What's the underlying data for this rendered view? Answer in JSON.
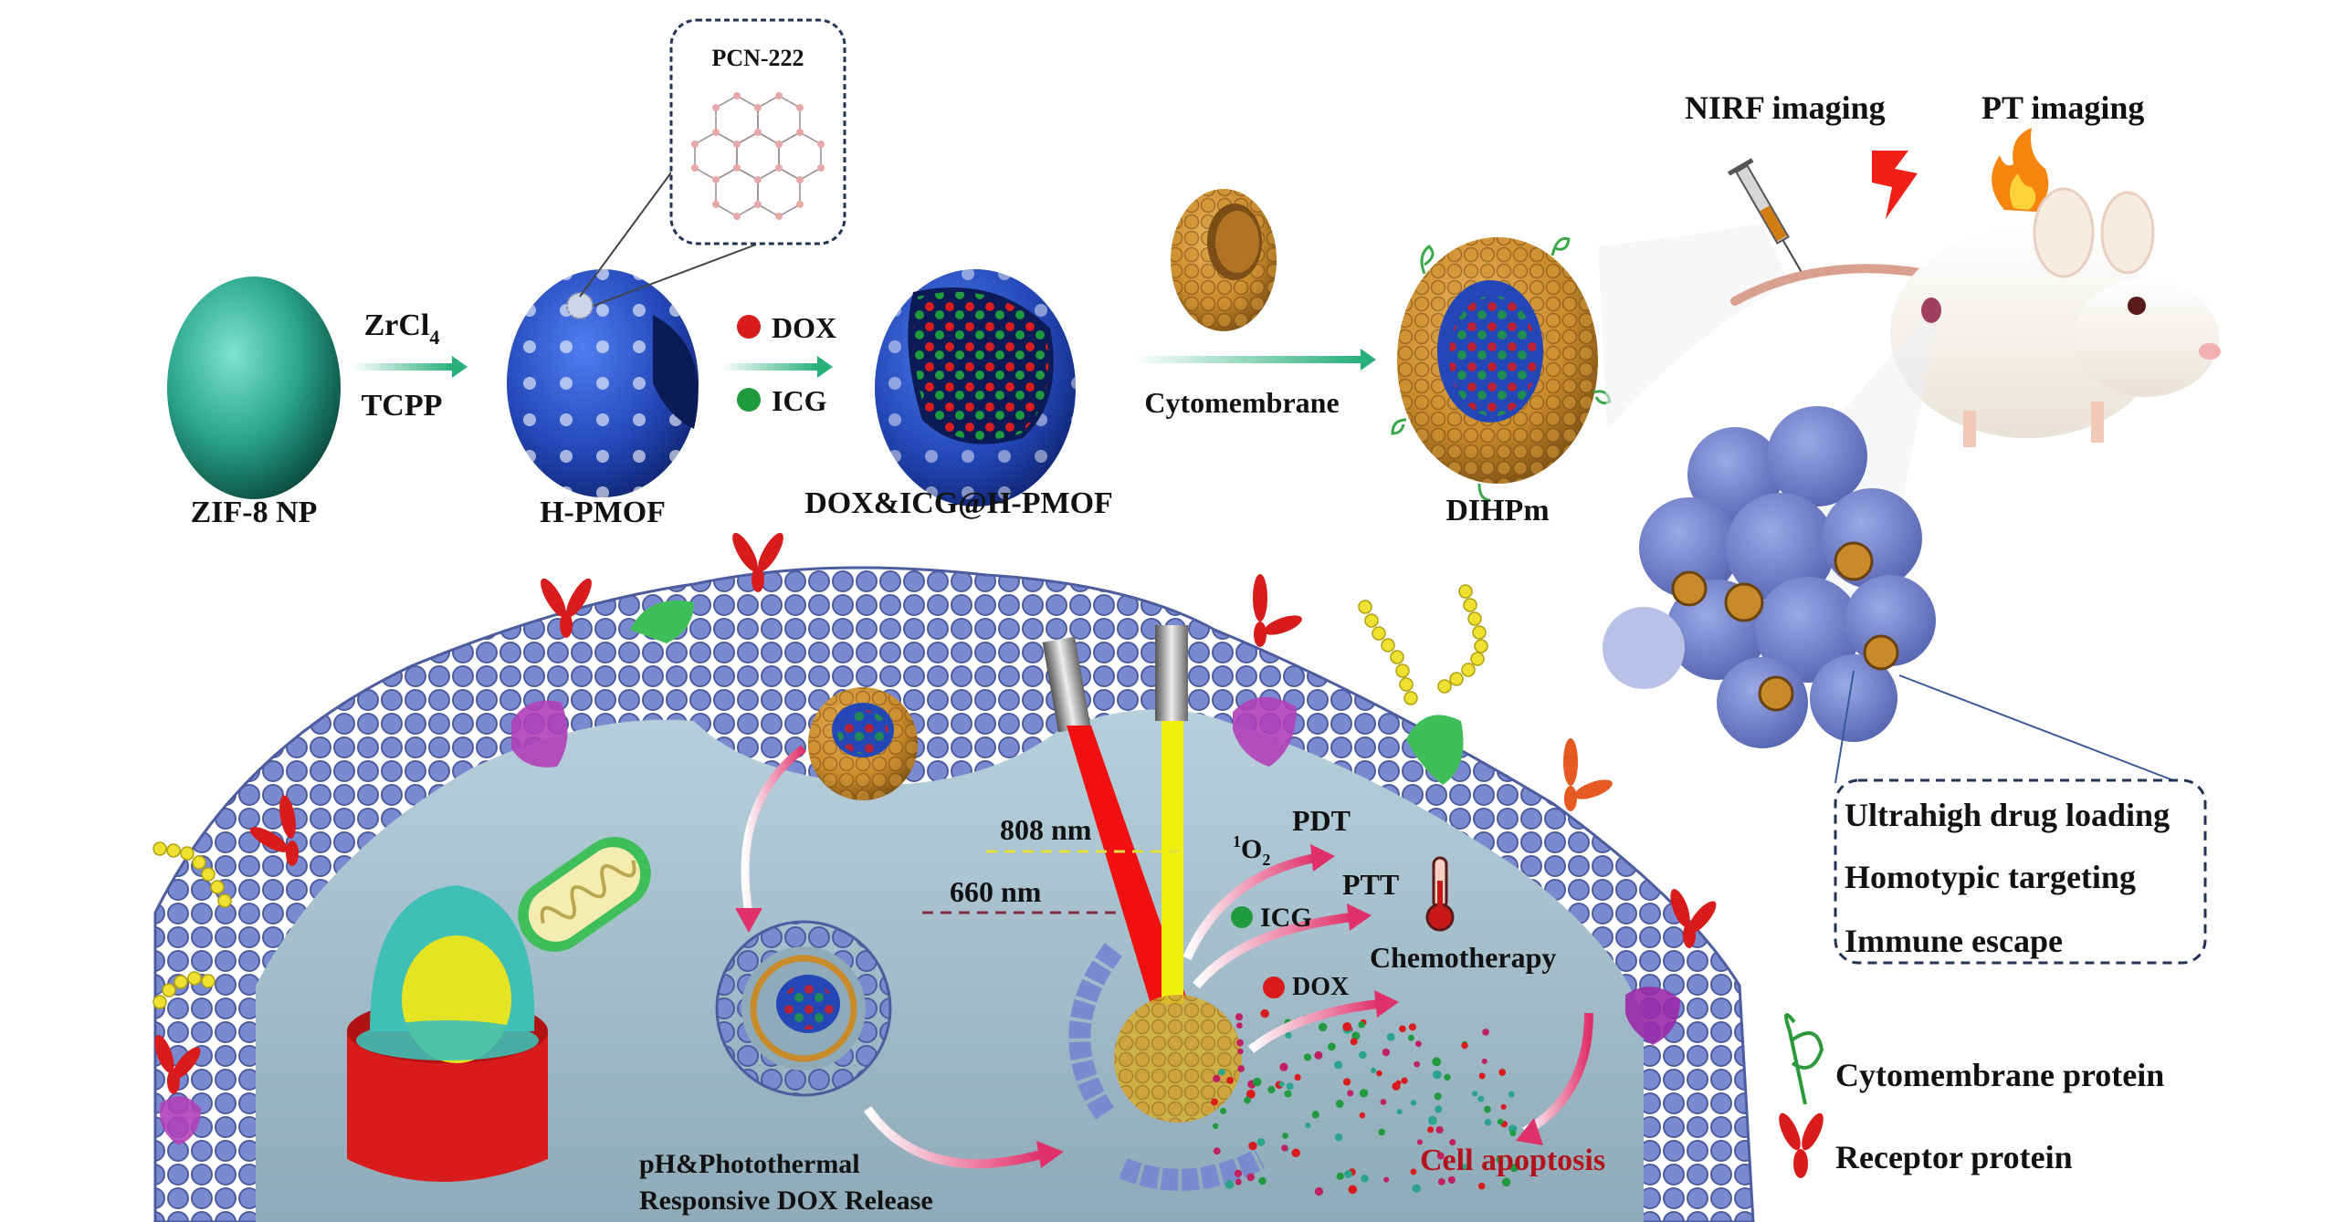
{
  "figure": {
    "title": "DIHPm synthesis and combined PDT/PTT/chemotherapy scheme",
    "colors": {
      "zif8": "#2aa58c",
      "hpmof": "#2447b8",
      "cytomembrane_shell": "#c98a2a",
      "cell_membrane": "#6f7fc0",
      "cytoplasm": "#9fbfd0",
      "dox": "#d81b1b",
      "icg": "#1f9a3c",
      "laser_660": "#f01010",
      "laser_808": "#f0f010",
      "apoptosis_text": "#b3121a",
      "arrow_pink": "#e0306a"
    }
  },
  "synthesis": {
    "inset_label": "PCN-222",
    "steps": [
      {
        "id": "zif8",
        "label": "ZIF-8 NP"
      },
      {
        "id": "hpmof",
        "label": "H-PMOF"
      },
      {
        "id": "loaded",
        "label": "DOX&ICG@H-PMOF"
      },
      {
        "id": "dihpm",
        "label": "DIHPm"
      }
    ],
    "arrows": [
      {
        "top": "ZrCl",
        "top_sub": "4",
        "bottom": "TCPP"
      },
      {
        "top": "DOX",
        "bottom": "ICG"
      },
      {
        "top": "",
        "bottom": "Cytomembrane"
      }
    ]
  },
  "imaging": {
    "left": "NIRF imaging",
    "right": "PT  imaging"
  },
  "therapy": {
    "laser_808": "808 nm",
    "laser_660": "660 nm",
    "singlet_oxygen_sup": "1",
    "singlet_oxygen": "O",
    "singlet_oxygen_sub": "2",
    "pdt": "PDT",
    "ptt": "PTT",
    "icg": "ICG",
    "dox": "DOX",
    "chemo": "Chemotherapy",
    "release_line1": "pH&Photothermal",
    "release_line2": "Responsive DOX Release",
    "apoptosis": "Cell apoptosis"
  },
  "features_box": {
    "items": [
      "Ultrahigh drug loading",
      "Homotypic targeting",
      "Immune escape"
    ]
  },
  "legend": {
    "items": [
      {
        "icon": "cytomembrane-protein-icon",
        "label": "Cytomembrane protein"
      },
      {
        "icon": "receptor-protein-icon",
        "label": "Receptor protein"
      }
    ]
  }
}
